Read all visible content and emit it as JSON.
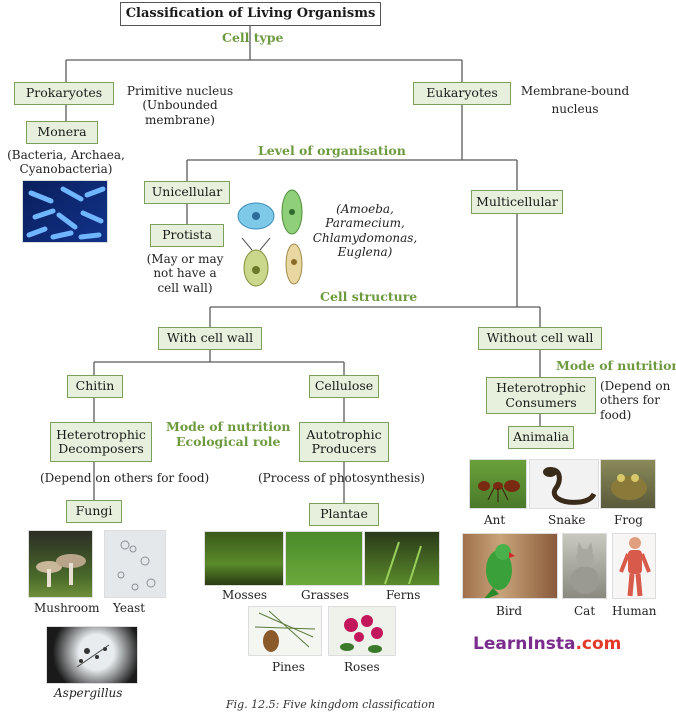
{
  "title": "Classification of Living Organisms",
  "labels": {
    "cell_type": "Cell type",
    "level_of_organisation": "Level of organisation",
    "cell_structure": "Cell structure",
    "mode_of_nutrition_right": "Mode of nutrition",
    "mode_of_nutrition_left": "Mode of nutrition",
    "ecological_role": "Ecological role"
  },
  "nodes": {
    "prokaryotes": "Prokaryotes",
    "eukaryotes": "Eukaryotes",
    "monera": "Monera",
    "unicellular": "Unicellular",
    "protista": "Protista",
    "multicellular": "Multicellular",
    "with_cell_wall": "With cell wall",
    "without_cell_wall": "Without cell wall",
    "chitin": "Chitin",
    "cellulose": "Cellulose",
    "het_decomposers_1": "Heterotrophic",
    "het_decomposers_2": "Decomposers",
    "auto_producers_1": "Autotrophic",
    "auto_producers_2": "Producers",
    "het_consumers_1": "Heterotrophic",
    "het_consumers_2": "Consumers",
    "animalia": "Animalia",
    "fungi": "Fungi",
    "plantae": "Plantae"
  },
  "notes": {
    "primitive_1": "Primitive nucleus",
    "primitive_2": "(Unbounded",
    "primitive_3": "membrane)",
    "membrane_1": "Membrane-bound",
    "membrane_2": "nucleus",
    "monera_1": "(Bacteria, Archaea,",
    "monera_2": "Cyanobacteria)",
    "protista_ex_1": "(Amoeba,",
    "protista_ex_2": "Paramecium,",
    "protista_ex_3": "Chlamydomonas,",
    "protista_ex_4": "Euglena)",
    "protista_wall_1": "(May or may",
    "protista_wall_2": "not have a",
    "protista_wall_3": "cell wall)",
    "consumers_1": "(Depend on",
    "consumers_2": "others for",
    "consumers_3": "food)",
    "decomposers": "(Depend on others for food)",
    "producers": "(Process of photosynthesis)"
  },
  "examples": {
    "mushroom": "Mushroom",
    "yeast": "Yeast",
    "aspergillus": "Aspergillus",
    "mosses": "Mosses",
    "grasses": "Grasses",
    "ferns": "Ferns",
    "pines": "Pines",
    "roses": "Roses",
    "ant": "Ant",
    "snake": "Snake",
    "frog": "Frog",
    "bird": "Bird",
    "cat": "Cat",
    "human": "Human"
  },
  "brand": {
    "name": "LearnInsta",
    "suffix": ".com"
  },
  "caption": "Fig. 12.5: Five kingdom classification",
  "colors": {
    "box_fill": "#e6f0dc",
    "box_border": "#7aa05a",
    "label_green": "#6e9a3f",
    "line": "#5a5a5a",
    "brand_purple": "#7b2d8e",
    "brand_red": "#e2392b"
  }
}
